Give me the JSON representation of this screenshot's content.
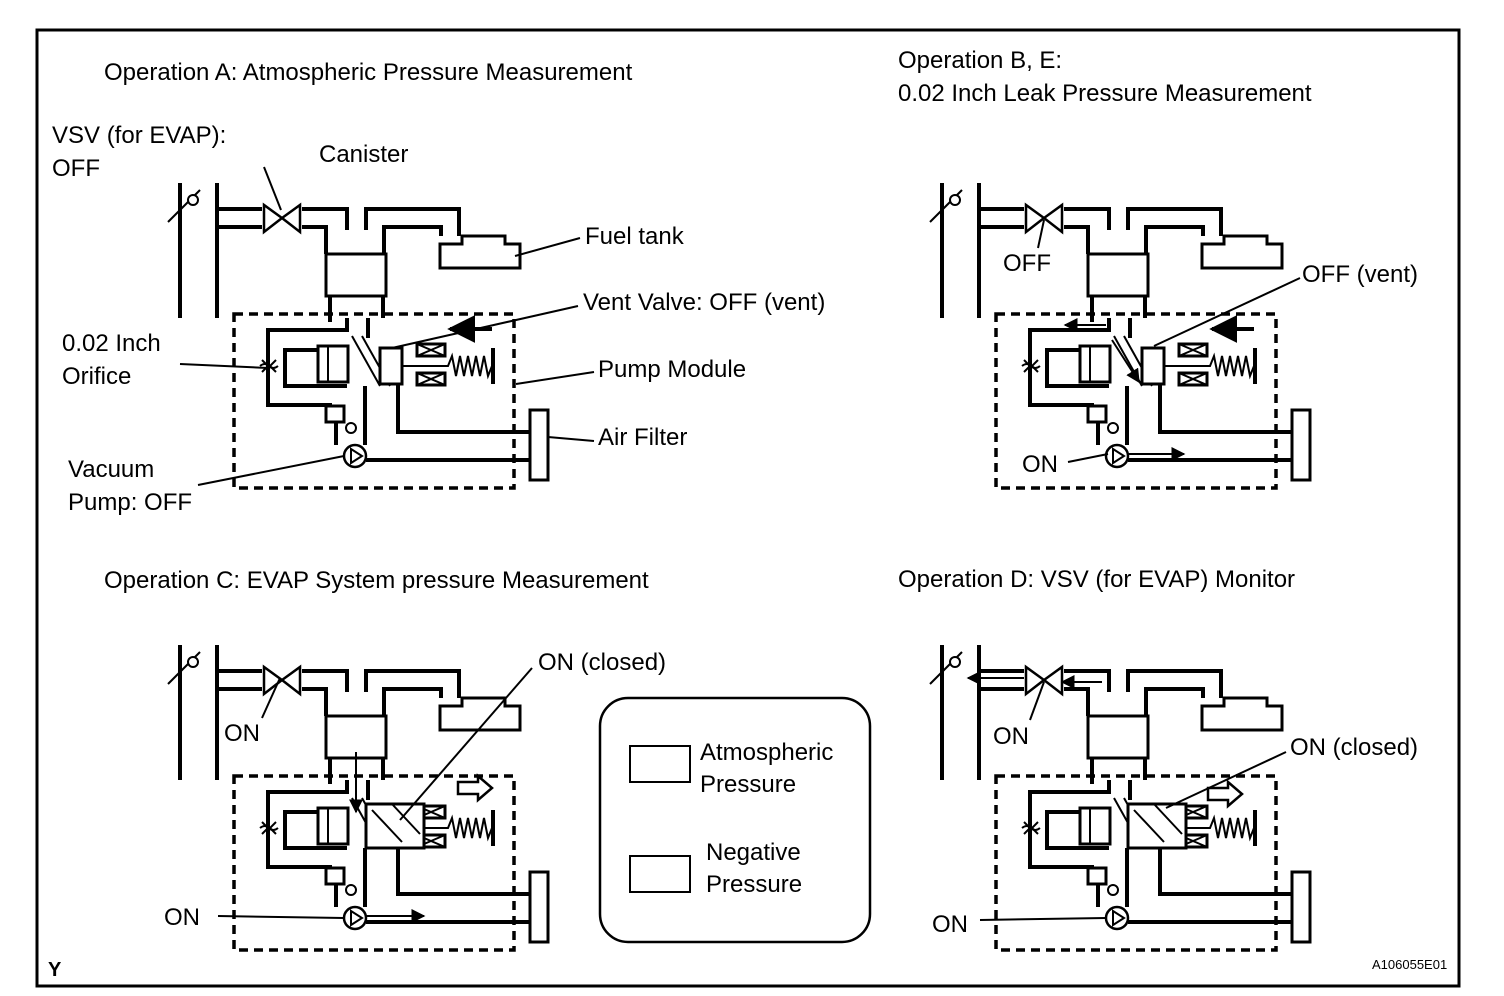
{
  "colors": {
    "ink": "#000000",
    "background": "#ffffff"
  },
  "panels": {
    "a": {
      "title": "Operation A: Atmospheric Pressure Measurement",
      "vsv_label": "VSV (for EVAP):",
      "vsv_state": "OFF",
      "canister": "Canister",
      "fuel_tank": "Fuel tank",
      "vent_valve": "Vent Valve: OFF (vent)",
      "orifice_line1": "0.02 Inch",
      "orifice_line2": "Orifice",
      "pump_module": "Pump Module",
      "air_filter": "Air Filter",
      "vacuum_line1": "Vacuum",
      "vacuum_line2": "Pump: OFF"
    },
    "b": {
      "title_line1": "Operation B, E:",
      "title_line2": "0.02 Inch Leak Pressure Measurement",
      "vsv_state": "OFF",
      "vent_state": "OFF (vent)",
      "pump_state": "ON"
    },
    "c": {
      "title": "Operation C: EVAP System pressure Measurement",
      "vsv_state": "ON",
      "vent_state": "ON (closed)",
      "pump_state": "ON"
    },
    "d": {
      "title": "Operation D: VSV (for EVAP) Monitor",
      "vsv_state": "ON",
      "vent_state": "ON (closed)",
      "pump_state": "ON"
    }
  },
  "legend": {
    "atmospheric_line1": "Atmospheric",
    "atmospheric_line2": "Pressure",
    "negative_line1": "Negative",
    "negative_line2": "Pressure"
  },
  "footer": {
    "corner_letter": "Y",
    "figure_code": "A106055E01"
  }
}
